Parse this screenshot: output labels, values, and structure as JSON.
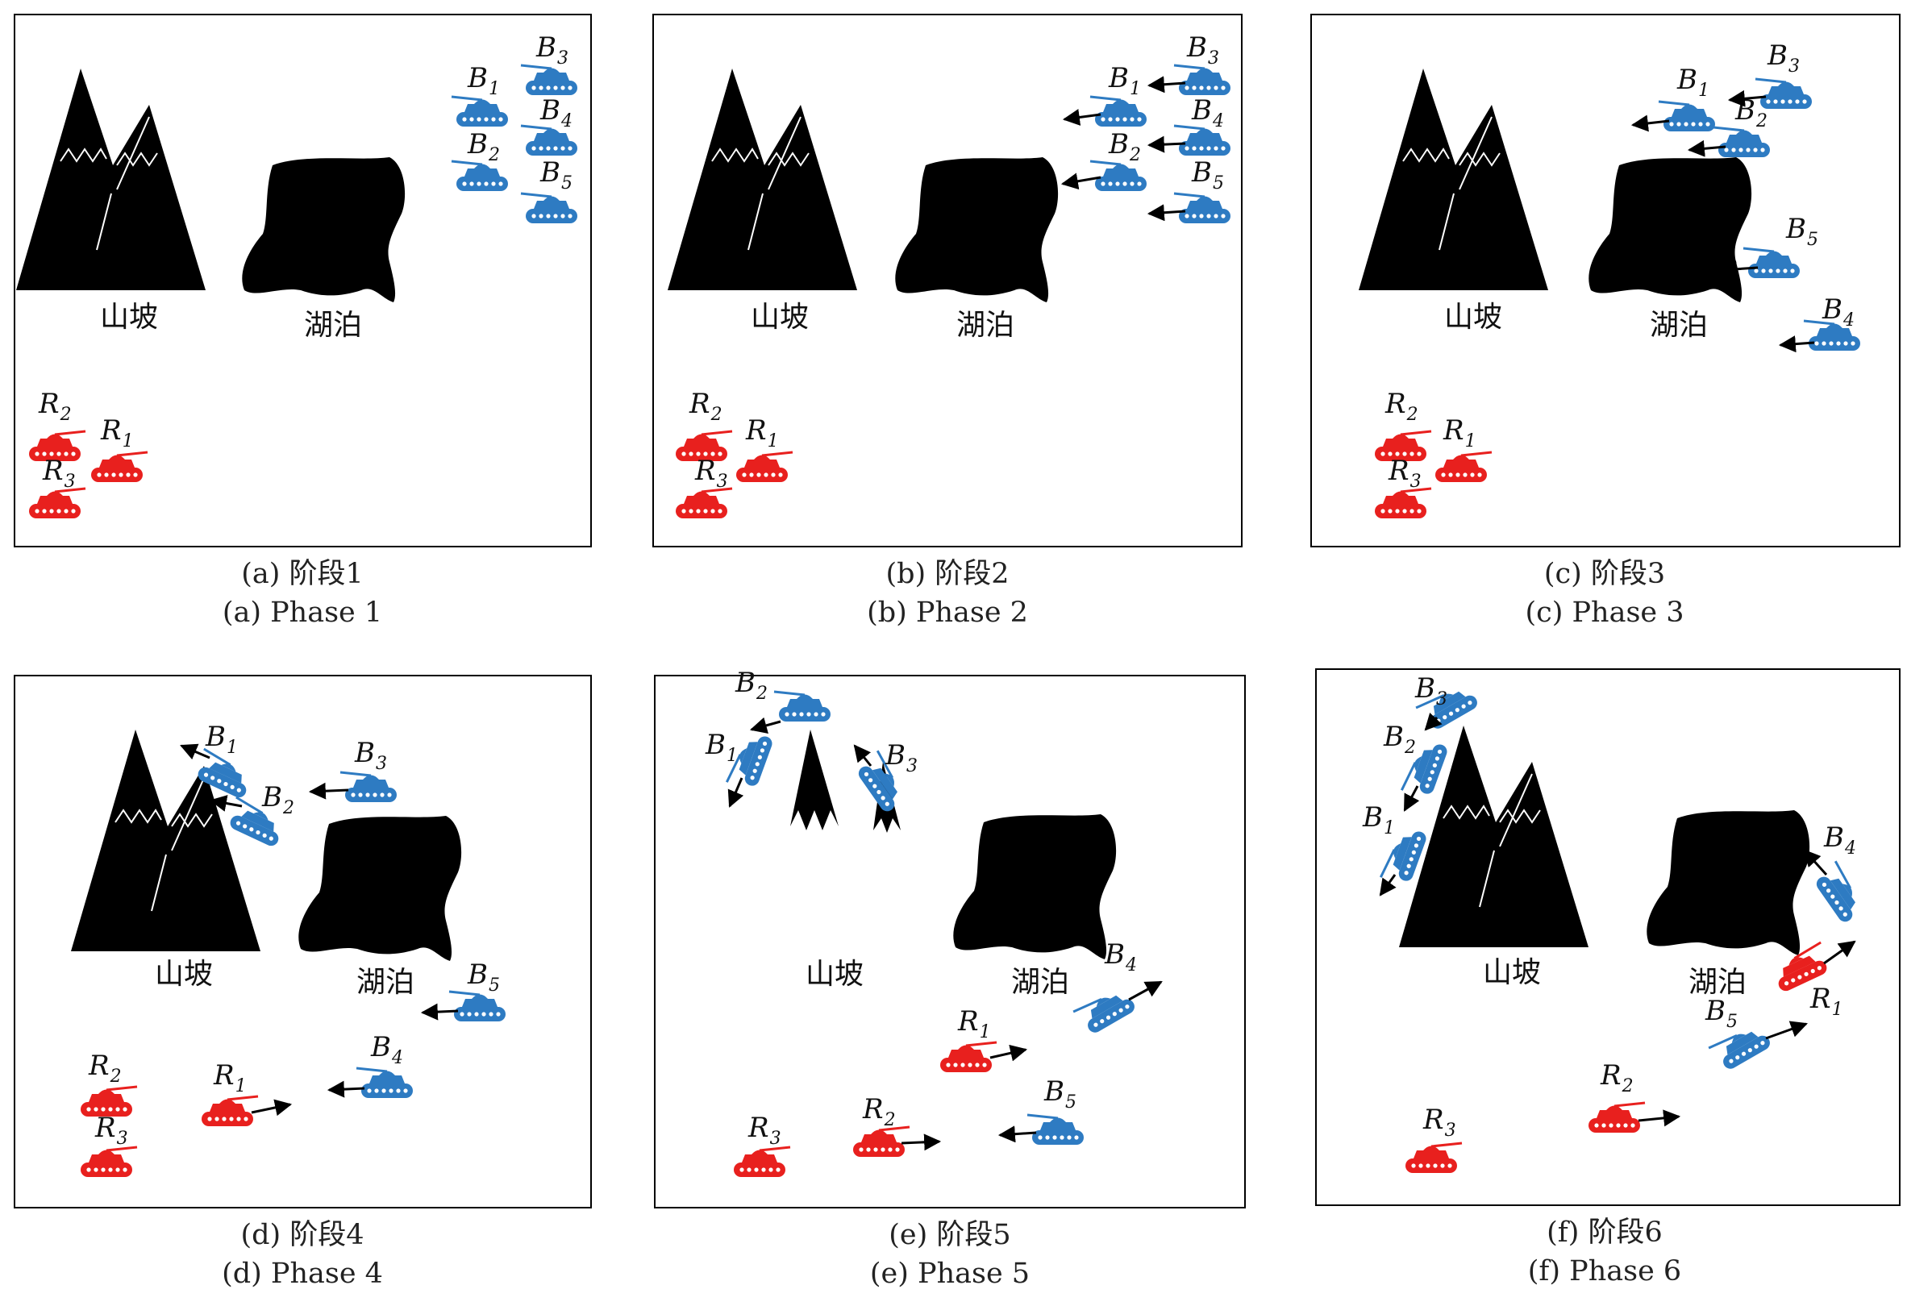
{
  "colors": {
    "blue": "#2e7bc2",
    "red": "#e8201e",
    "black": "#000000"
  },
  "terrain_labels": {
    "mountain": "山坡",
    "lake": "湖泊"
  },
  "panels": [
    {
      "caption_cn": "(a) 阶段1",
      "caption_en": "(a) Phase 1",
      "mountain": {
        "kind": "full"
      },
      "lake": true,
      "units": [
        {
          "side": "B",
          "num": "1"
        },
        {
          "side": "B",
          "num": "2"
        },
        {
          "side": "B",
          "num": "3"
        },
        {
          "side": "B",
          "num": "4"
        },
        {
          "side": "B",
          "num": "5"
        },
        {
          "side": "R",
          "num": "1"
        },
        {
          "side": "R",
          "num": "2"
        },
        {
          "side": "R",
          "num": "3"
        }
      ]
    },
    {
      "caption_cn": "(b) 阶段2",
      "caption_en": "(b) Phase 2",
      "mountain": {
        "kind": "full"
      },
      "lake": true,
      "units": [
        {
          "side": "B",
          "num": "1"
        },
        {
          "side": "B",
          "num": "2"
        },
        {
          "side": "B",
          "num": "3"
        },
        {
          "side": "B",
          "num": "4"
        },
        {
          "side": "B",
          "num": "5"
        },
        {
          "side": "R",
          "num": "1"
        },
        {
          "side": "R",
          "num": "2"
        },
        {
          "side": "R",
          "num": "3"
        }
      ]
    },
    {
      "caption_cn": "(c) 阶段3",
      "caption_en": "(c) Phase 3",
      "mountain": {
        "kind": "full"
      },
      "lake": true,
      "units": [
        {
          "side": "B",
          "num": "1"
        },
        {
          "side": "B",
          "num": "2"
        },
        {
          "side": "B",
          "num": "3"
        },
        {
          "side": "B",
          "num": "4"
        },
        {
          "side": "B",
          "num": "5"
        },
        {
          "side": "R",
          "num": "1"
        },
        {
          "side": "R",
          "num": "2"
        },
        {
          "side": "R",
          "num": "3"
        }
      ]
    },
    {
      "caption_cn": "(d) 阶段4",
      "caption_en": "(d) Phase 4",
      "mountain": {
        "kind": "full"
      },
      "lake": true,
      "units": [
        {
          "side": "B",
          "num": "1"
        },
        {
          "side": "B",
          "num": "2"
        },
        {
          "side": "B",
          "num": "3"
        },
        {
          "side": "B",
          "num": "4"
        },
        {
          "side": "B",
          "num": "5"
        },
        {
          "side": "R",
          "num": "1"
        },
        {
          "side": "R",
          "num": "2"
        },
        {
          "side": "R",
          "num": "3"
        }
      ]
    },
    {
      "caption_cn": "(e) 阶段5",
      "caption_en": "(e) Phase 5",
      "mountain": {
        "kind": "peaks"
      },
      "lake": true,
      "units": [
        {
          "side": "B",
          "num": "1"
        },
        {
          "side": "B",
          "num": "2"
        },
        {
          "side": "B",
          "num": "3"
        },
        {
          "side": "B",
          "num": "4"
        },
        {
          "side": "B",
          "num": "5"
        },
        {
          "side": "R",
          "num": "1"
        },
        {
          "side": "R",
          "num": "2"
        },
        {
          "side": "R",
          "num": "3"
        }
      ]
    },
    {
      "caption_cn": "(f) 阶段6",
      "caption_en": "(f) Phase 6",
      "mountain": {
        "kind": "full"
      },
      "lake": true,
      "units": [
        {
          "side": "B",
          "num": "1"
        },
        {
          "side": "B",
          "num": "2"
        },
        {
          "side": "B",
          "num": "3"
        },
        {
          "side": "B",
          "num": "4"
        },
        {
          "side": "B",
          "num": "5"
        },
        {
          "side": "R",
          "num": "1"
        },
        {
          "side": "R",
          "num": "2"
        },
        {
          "side": "R",
          "num": "3"
        }
      ]
    }
  ]
}
